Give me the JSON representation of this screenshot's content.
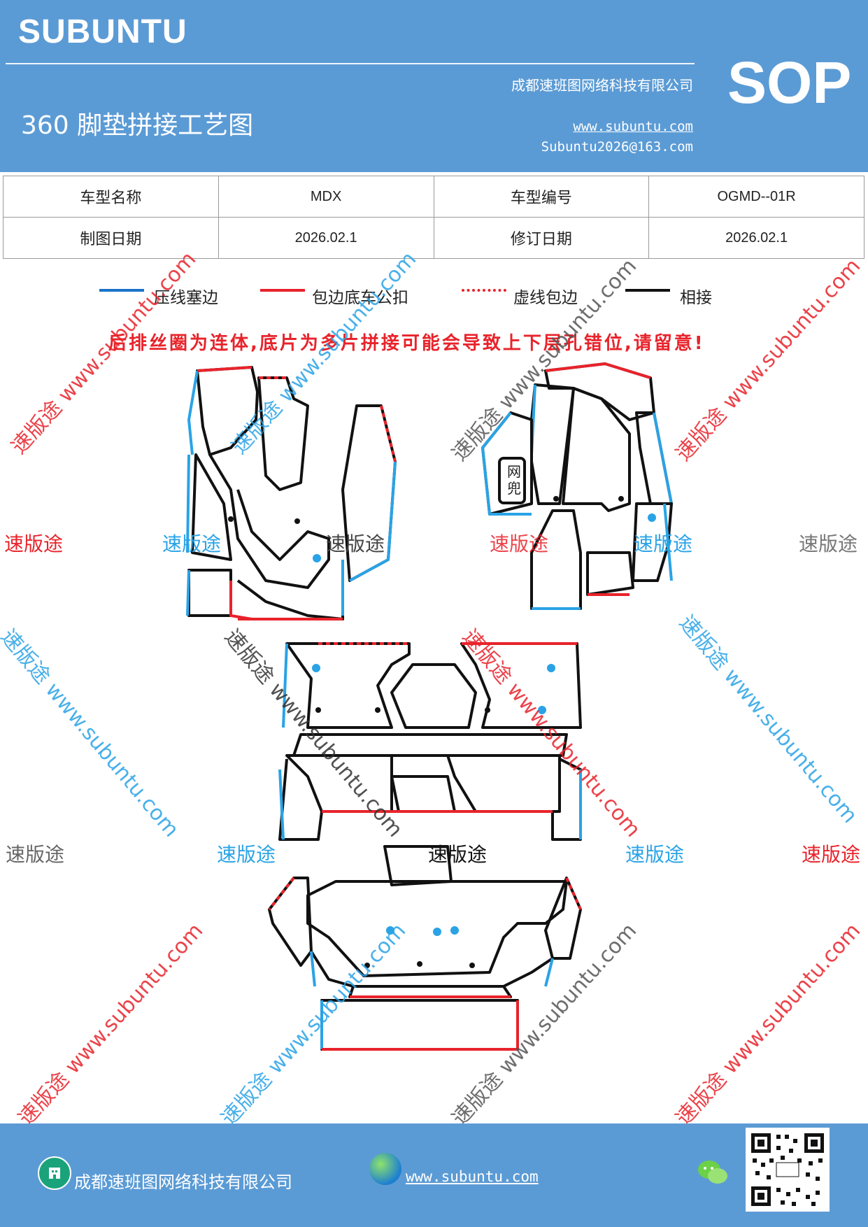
{
  "header": {
    "brand": "SUBUNTU",
    "company": "成都速班图网络科技有限公司",
    "title": "360 脚垫拼接工艺图",
    "website": "www.subuntu.com",
    "email": "Subuntu2026@163.com",
    "badge": "SOP"
  },
  "info_table": {
    "row1": {
      "label1": "车型名称",
      "value1": "MDX",
      "label2": "车型编号",
      "value2": "OGMD--01R"
    },
    "row2": {
      "label1": "制图日期",
      "value1": "2026.02.1",
      "label2": "修订日期",
      "value2": "2026.02.1"
    }
  },
  "legend": [
    {
      "label": "压线塞边",
      "color": "#1a73c8",
      "style": "solid"
    },
    {
      "label": "包边底车公扣",
      "color": "#e8232b",
      "style": "solid"
    },
    {
      "label": "虚线包边",
      "color": "#e8232b",
      "style": "dotted"
    },
    {
      "label": "相接",
      "color": "#111111",
      "style": "solid"
    }
  ],
  "warning": "后排丝圈为连体,底片为多片拼接可能会导致上下层孔错位,请留意!",
  "mat_label": "网兜",
  "watermarks": {
    "brand_cn": "速版途",
    "diagonal": "速版途 www.subuntu.com"
  },
  "footer": {
    "company": "成都速班图网络科技有限公司",
    "website": "www.subuntu.com"
  },
  "colors": {
    "header_bg": "#5b9bd5",
    "blue_edge": "#2aa3e6",
    "red_edge": "#e8232b",
    "black_edge": "#111111"
  }
}
